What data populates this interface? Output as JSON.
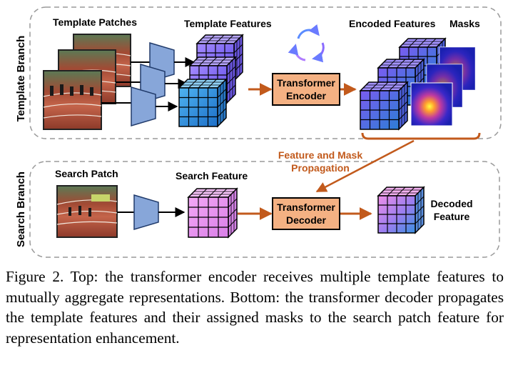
{
  "branches": {
    "template_label": "Template Branch",
    "search_label": "Search Branch"
  },
  "template": {
    "patches_label": "Template Patches",
    "features_label": "Template Features",
    "encoded_label": "Encoded Features",
    "masks_label": "Masks",
    "encoder_line1": "Transformer",
    "encoder_line2": "Encoder"
  },
  "propagation": {
    "line1": "Feature and Mask",
    "line2": "Propagation"
  },
  "search": {
    "patch_label": "Search Patch",
    "feature_label": "Search Feature",
    "decoder_line1": "Transformer",
    "decoder_line2": "Decoder",
    "decoded_line1": "Decoded",
    "decoded_line2": "Feature"
  },
  "caption": {
    "text": "Figure 2. Top: the transformer encoder receives multiple template features to mutually aggregate representations. Bottom: the transformer decoder propagates the template features and their assigned masks to the search patch feature for representation enhancement."
  },
  "colors": {
    "orange": "#c25a1c",
    "box_fill": "#f4b183",
    "purple": "#7f6bff",
    "blue": "#2b8ad8",
    "pink": "#e88ff0"
  }
}
